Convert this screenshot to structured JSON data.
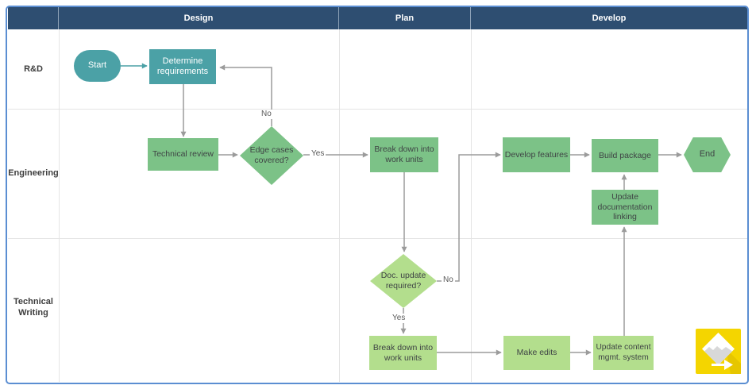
{
  "diagram": {
    "header": {
      "phases": [
        {
          "label": "Design"
        },
        {
          "label": "Plan"
        },
        {
          "label": "Develop"
        }
      ]
    },
    "lanes": [
      {
        "label": "R&D"
      },
      {
        "label": "Engineering"
      },
      {
        "label": "Technical Writing"
      }
    ],
    "nodes": {
      "start": {
        "label": "Start",
        "type": "start"
      },
      "determine_requirements": {
        "label": "Determine requirements",
        "type": "process"
      },
      "technical_review": {
        "label": "Technical review",
        "type": "process"
      },
      "edge_cases_covered": {
        "label": "Edge cases covered?",
        "type": "decision"
      },
      "break_down_work_units_1": {
        "label": "Break down into work units",
        "type": "process"
      },
      "develop_features": {
        "label": "Develop features",
        "type": "process"
      },
      "build_package": {
        "label": "Build package",
        "type": "process"
      },
      "end": {
        "label": "End",
        "type": "terminator"
      },
      "update_documentation_linking": {
        "label": "Update documentation linking",
        "type": "process"
      },
      "doc_update_required": {
        "label": "Doc. update required?",
        "type": "decision"
      },
      "break_down_work_units_2": {
        "label": "Break down into work units",
        "type": "process"
      },
      "make_edits": {
        "label": "Make edits",
        "type": "process"
      },
      "update_content_mgmt_system": {
        "label": "Update content mgmt. system",
        "type": "process"
      }
    },
    "edge_labels": {
      "no_top": "No",
      "yes_top": "Yes",
      "no_bottom": "No",
      "yes_bottom": "Yes"
    },
    "colors": {
      "header_bg": "#2e4e71",
      "teal_shape": "#4ba1a6",
      "green_medium_shape": "#7cc287",
      "green_light_shape": "#b3de8d",
      "connector_gray": "#9b9b9b",
      "frame_blue": "#5b8ed2",
      "logo_yellow": "#f4d500"
    }
  }
}
